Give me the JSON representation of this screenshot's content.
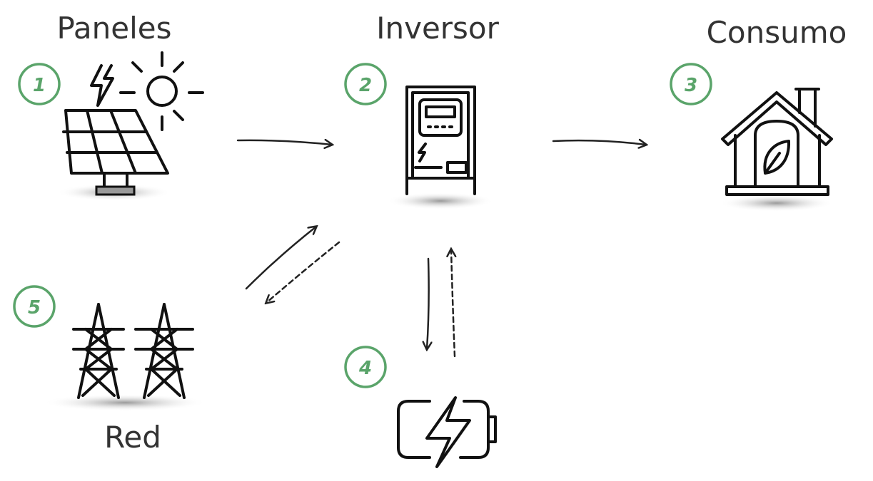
{
  "colors": {
    "accent": "#5aa46a",
    "text": "#333333",
    "icon": "#111111"
  },
  "nodes": [
    {
      "number": "1",
      "label": "Paneles",
      "icon": "solar-panel-sun-icon"
    },
    {
      "number": "2",
      "label": "Inversor",
      "icon": "inverter-icon"
    },
    {
      "number": "3",
      "label": "Consumo",
      "icon": "eco-house-icon"
    },
    {
      "number": "4",
      "label": "",
      "icon": "battery-charging-icon"
    },
    {
      "number": "5",
      "label": "Red",
      "icon": "power-tower-icon"
    }
  ],
  "flows": [
    {
      "from": "Paneles",
      "to": "Inversor",
      "style": "solid"
    },
    {
      "from": "Inversor",
      "to": "Consumo",
      "style": "solid"
    },
    {
      "from": "Red",
      "to": "Inversor",
      "style": "solid"
    },
    {
      "from": "Inversor",
      "to": "Red",
      "style": "dashed"
    },
    {
      "from": "Inversor",
      "to": "battery",
      "style": "solid"
    },
    {
      "from": "battery",
      "to": "Inversor",
      "style": "dashed"
    }
  ]
}
